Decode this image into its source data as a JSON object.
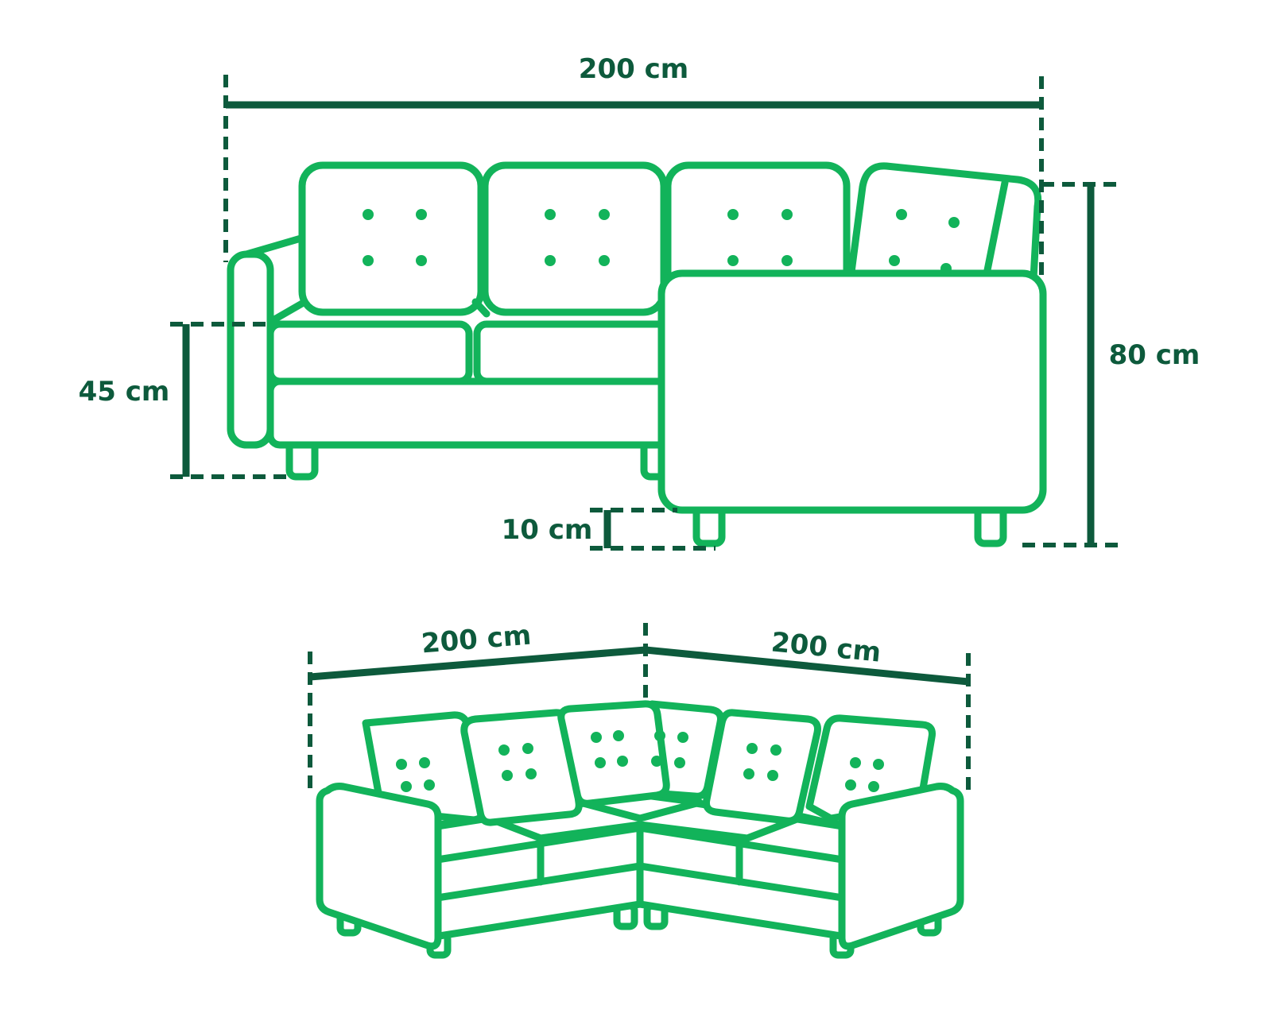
{
  "colors": {
    "sofa_outline": "#12b35a",
    "dimension": "#0d5a3c",
    "background": "#ffffff"
  },
  "front_view": {
    "width_label": "200 cm",
    "seat_height_label": "45 cm",
    "leg_height_label": "10 cm",
    "total_height_label": "80 cm"
  },
  "corner_view": {
    "left_width_label": "200 cm",
    "right_width_label": "200 cm"
  }
}
